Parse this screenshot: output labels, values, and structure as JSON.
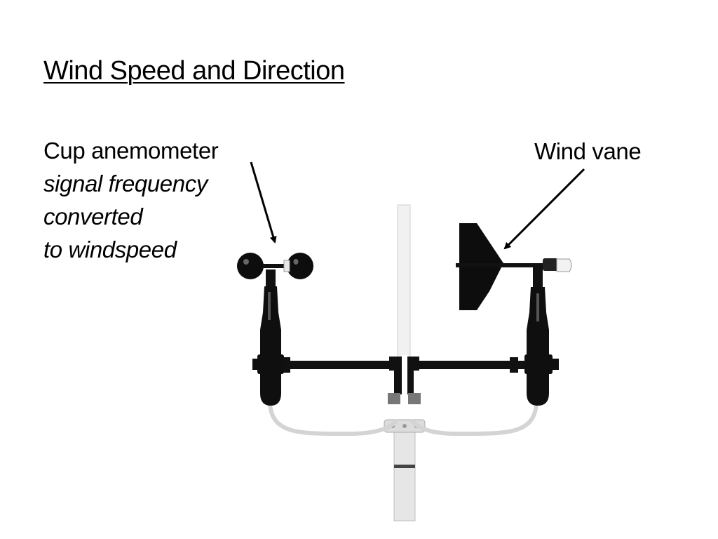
{
  "slide": {
    "title": "Wind Speed and Direction",
    "cup_anemometer": {
      "heading": "Cup anemometer",
      "description_lines": [
        "signal frequency",
        "converted",
        "to windspeed"
      ]
    },
    "wind_vane": {
      "heading": "Wind vane"
    }
  },
  "colors": {
    "background": "#ffffff",
    "text": "#000000",
    "instrument_dark": "#111111",
    "mast_light": "#e6e6e6",
    "cable_gray": "#d4d4d4"
  },
  "icons": {
    "anemometer": "cup-anemometer-illustration",
    "vane": "wind-vane-illustration",
    "mast": "mast-illustration"
  }
}
